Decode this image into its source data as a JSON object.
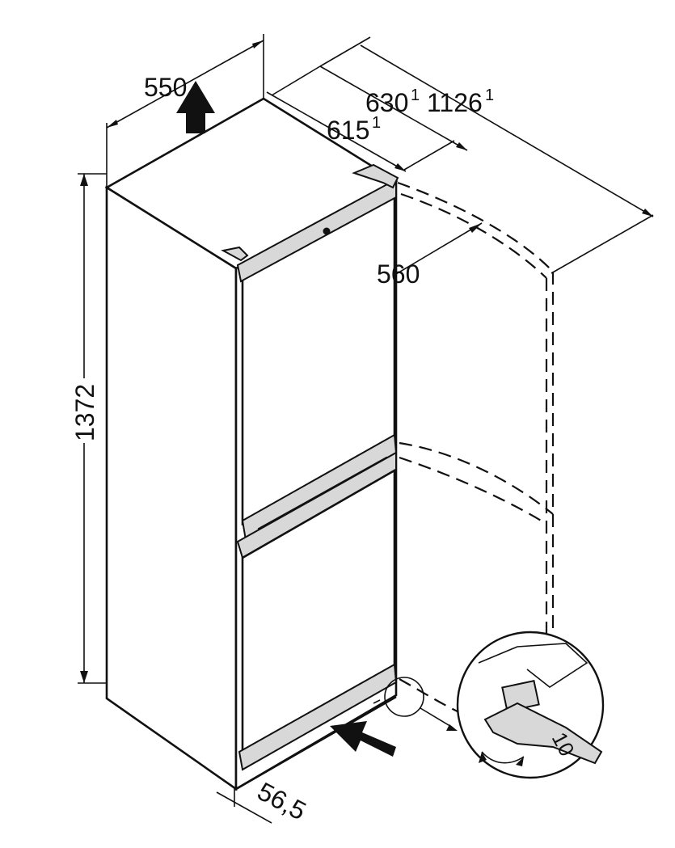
{
  "dimensions": {
    "width": "550",
    "depth_door_closed": "615",
    "depth_door_closed_sup": "1",
    "depth_handle": "630",
    "depth_handle_sup": "1",
    "depth_door_open": "1126",
    "depth_door_open_sup": "1",
    "inner_width": "560",
    "height": "1372",
    "wall_gap": "56,5"
  },
  "detail": {
    "wrench_size": "10"
  }
}
